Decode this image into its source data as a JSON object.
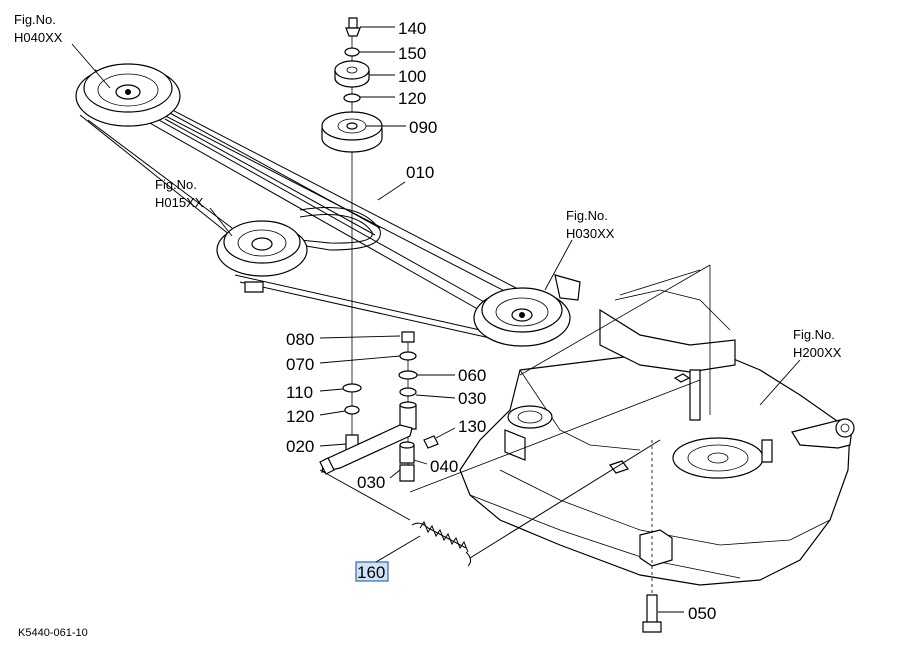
{
  "figure_refs": [
    {
      "title": "Fig.No.",
      "code": "H040XX"
    },
    {
      "title": "Fig.No.",
      "code": "H015XX"
    },
    {
      "title": "Fig.No.",
      "code": "H030XX"
    },
    {
      "title": "Fig.No.",
      "code": "H200XX"
    }
  ],
  "callouts": [
    "140",
    "150",
    "100",
    "120",
    "090",
    "010",
    "080",
    "070",
    "060",
    "110",
    "120",
    "030",
    "130",
    "020",
    "040",
    "030",
    "160",
    "050"
  ],
  "highlighted_callout": "160",
  "drawing_code": "K5440-061-10"
}
